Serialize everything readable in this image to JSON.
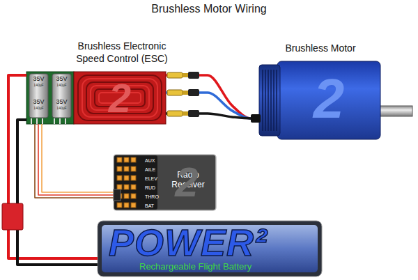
{
  "diagram": {
    "title": "Brushless Motor Wiring",
    "nodes": [
      {
        "text": [
          "Brushless Electronic Speed Control (ESC)"
        ]
      },
      {
        "text": [
          "Brushless Motor"
        ]
      },
      {
        "text": [
          "Radio Receiver"
        ]
      },
      {
        "text": [
          "POWER²",
          "Rechargeable Flight Battery"
        ]
      }
    ],
    "edges": [
      {
        "from": 0,
        "to": 1,
        "arrow": "none"
      },
      {
        "from": 0,
        "to": 1,
        "arrow": "none"
      },
      {
        "from": 0,
        "to": 1,
        "arrow": "none"
      },
      {
        "from": 0,
        "to": 2,
        "arrow": "none"
      },
      {
        "from": 0,
        "to": 3,
        "arrow": "none"
      },
      {
        "from": 0,
        "to": 3,
        "arrow": "none"
      }
    ],
    "labels": [
      "35V",
      "35V",
      "35V",
      "35V",
      "140µF",
      "140µF",
      "140µF",
      "140µF",
      "2",
      "2",
      "2",
      "AUX",
      "AILE",
      "ELEV",
      "RUD",
      "THRO",
      "BAT"
    ]
  }
}
